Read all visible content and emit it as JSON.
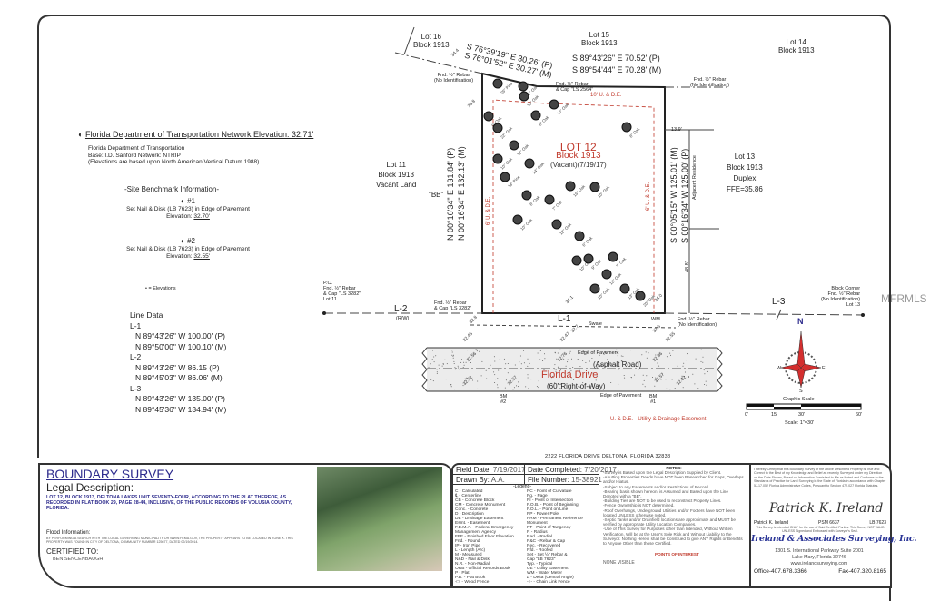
{
  "survey": {
    "lots": {
      "lot16": [
        "Lot 16",
        "Block 1913"
      ],
      "lot15": [
        "Lot 15",
        "Block 1913"
      ],
      "lot14": [
        "Lot 14",
        "Block 1913"
      ],
      "lot11": [
        "Lot 11",
        "Block 1913",
        "Vacant Land"
      ],
      "lot13": [
        "Lot 13",
        "Block 1913",
        "Duplex",
        "FFE=35.86"
      ],
      "lot12": [
        "LOT 12",
        "Block 1913",
        "(Vacant)(7/19/17)"
      ]
    },
    "bearings": {
      "top_left_p": "S 76°39'19\" E 30.26' (P)",
      "top_left_m": "S 76°01'52\" E 30.27' (M)",
      "top_right_p": "S 89°43'26\" E 70.52' (P)",
      "top_right_m": "S 89°54'44\" E 70.28' (M)",
      "left_p": "N 00°16'34\" E 131.84' (P)",
      "left_m": "N 00°16'34\" E 132.13' (M)",
      "right_m": "S 00°05'15\" W 125.01' (M)",
      "right_p": "S 00°16'34\" W 125.00' (P)"
    },
    "bb_label": "\"BB\"",
    "easement_top": "10' U. & D.E.",
    "easement_side_left": "6' U. & D.E.",
    "easement_side_right": "6' U. & D.E.",
    "monuments": {
      "top_left": [
        "Fnd. ½\" Rebar",
        "(No Identification)"
      ],
      "top_mid": [
        "Fnd. ½\" Rebar",
        "& Cap \"LS 2564\""
      ],
      "top_right": [
        "Fnd. ½\" Rebar",
        "(No Identification)"
      ],
      "pc": [
        "P.C.",
        "Fnd. ½\" Rebar",
        "& Cap \"LS 3282\"",
        "Lot 11"
      ],
      "bottom_left": [
        "Fnd. ½\" Rebar",
        "& Cap \"LS 3282\""
      ],
      "bottom_right": [
        "Fnd. ½\" Rebar",
        "(No Identification)"
      ],
      "block_corner": [
        "Block Corner",
        "Fnd. ½\" Rebar",
        "(No Identification)",
        "Lot 13"
      ]
    },
    "dim_13_9": "13.9'",
    "dim_48_8": "48.8'",
    "adjacent_residence": "Adjacent Residence",
    "lines": {
      "l1": "L-1",
      "l2": "L-2",
      "l3": "L-3",
      "rw": "(R/W)",
      "swale": "Swale",
      "wm": "WM"
    },
    "trees": [
      "26\" Pine",
      "12\" Oak",
      "10\" Oak",
      "10\" Oak",
      "8\" Oak",
      "6\" Oak",
      "22\" Oak",
      "8\" Oak",
      "12\" Oak",
      "10\" Oak",
      "14\" Oak",
      "16\" Oak",
      "18\" Pine",
      "10\" Oak",
      "8\" Oak",
      "7\" Oak",
      "10\" Oak",
      "12\" Oak",
      "6\" Oak",
      "10\" Oak",
      "9\" Oak",
      "7\" Oak",
      "12\" Oak",
      "10\" Oak",
      "13\" Oak",
      "20\" Oak"
    ],
    "road": {
      "name": "Florida Drive",
      "row": "(60' Right-of-Way)",
      "surface": "(Asphalt Road)",
      "edge_top": "Edge of Pavement",
      "edge_bottom": "Edge of Pavement",
      "bm2": [
        "BM",
        "#2"
      ],
      "bm1": [
        "BM",
        "#1"
      ]
    },
    "easement_key": "U. & D.E. -  Utility & Drainage Easement",
    "address": "2222 FLORIDA DRIVE  DELTONA, FLORIDA 32838",
    "scale": {
      "title": "Graphic Scale",
      "ticks": [
        "0'",
        "15'",
        "30'",
        "60'"
      ],
      "text": "Scale: 1\"=30'"
    },
    "compass": {
      "n": "N",
      "s": "S",
      "e": "E",
      "w": "W"
    },
    "watermark": "MFRMLS",
    "elevations_sample": [
      "32.8",
      "32.7",
      "32.5",
      "32.45",
      "32.47",
      "32.55",
      "32.56",
      "32.76",
      "32.86",
      "32.57",
      "32.52",
      "32.62",
      "32.57",
      "34.4",
      "33.8",
      "34.1",
      "34.0"
    ]
  },
  "benchmark": {
    "header": "Florida Department of Transportation Network   Elevation: 32.71'",
    "lines": [
      "Florida Department of Transportation",
      "Base: I.D. Sanford   Network: NTRIP",
      "(Elevations are based upon North American Vertical Datum 1988)"
    ],
    "site_title": "-Site Benchmark Information-",
    "bm1": {
      "label": "#1",
      "desc": "Set Nail & Disk (LB 7623) in Edge of Pavement",
      "elev_label": "Elevation: ",
      "elev": "32.70'"
    },
    "bm2": {
      "label": "#2",
      "desc": "Set Nail & Disk (LB 7623) in Edge of Pavement",
      "elev_label": "Elevation: ",
      "elev": "32.55'"
    },
    "elev_key": "= Elevations"
  },
  "line_data": {
    "title": "Line Data",
    "items": [
      {
        "name": "L-1",
        "p": "N 89°43'26\" W 100.00' (P)",
        "m": "N 89°50'00\" W 100.10' (M)"
      },
      {
        "name": "L-2",
        "p": "N 89°43'26\" W 86.15 (P)",
        "m": "N 89°45'03\" W 86.06' (M)"
      },
      {
        "name": "L-3",
        "p": "N 89°43'26\" W 135.00' (P)",
        "m": "N 89°45'36\" W 134.94' (M)"
      }
    ]
  },
  "title_block": {
    "title": "BOUNDARY SURVEY",
    "legal_heading": "Legal Description:",
    "legal_text": "LOT 12, BLOCK 1913, DELTONA LAKES UNIT SEVENTY-FOUR, ACCORDING TO THE PLAT THEREOF, AS RECORDED IN PLAT BOOK 29, PAGE 28-44, INCLUSIVE, OF THE PUBLIC RECORDS OF VOLUSIA COUNTY, FLORIDA.",
    "flood_heading": "Flood Information:",
    "flood_text": "BY PERFORMING A SEARCH WITH THE LOCAL GOVERNING MUNICIPALITY OR WWW.FEMA.GOV, THE PROPERTY APPEARS TO BE LOCATED IN ZONE X. THIS PROPERTY WAS FOUND IN CITY OF DELTONA, COMMUNITY NUMBER 125677, DATED 02/19/2014.",
    "certified_heading": "CERTIFIED TO:",
    "certified_to": "BEN SENCENBAUGH"
  },
  "info_block": {
    "field_date_label": "Field Date:",
    "field_date": "7/19/2017",
    "completed_label": "Date Completed:",
    "completed": "7/20/2017",
    "drawn_label": "Drawn By:",
    "drawn": "A.A.",
    "file_label": "File Number:",
    "file": "15-38921",
    "legend_title": "-Legend-",
    "legend_left": [
      "C - Calculated",
      "℄ - Centerline",
      "CB - Concrete Block",
      "CM - Concrete Monument",
      "Conc. - Concrete",
      "D - Description",
      "DE - Drainage Easement",
      "Esmt. - Easement",
      "F.E.M.A. - Federal Emergency",
      "   Management Agency",
      "FFE - Finished Floor Elevation",
      "Fnd. - Found",
      "IP - Iron Pipe",
      "L - Length (Arc)",
      "M - Measured",
      "N&D - Nail & Disk",
      "N.R. - Non-Radial",
      "ORB - Official Records Book",
      "P - Plat",
      "P.B. - Plat Book",
      "-□- - Wood Fence"
    ],
    "legend_right": [
      "PC - Point of Curvature",
      "Pg. - Page",
      "PI - Point of Intersection",
      "P.O.B. - Point of Beginning",
      "P.O.L. - Point on Line",
      "PP - Power Pole",
      "PRM - Permanent Reference",
      "   Monument",
      "PT - Point of Tangency",
      "R - Radius",
      "Rad. - Radial",
      "R&C - Rebar & Cap",
      "Rec. - Recovered",
      "Rfd. - Roofed",
      "Set - Set ½\" Rebar &",
      "   Cap \"LB 7623\"",
      "Typ. - Typical",
      "UE - Utility Easement",
      "WM - Water Meter",
      "Δ - Delta (Central Angle)",
      "-○- - Chain Link Fence"
    ],
    "notes_title": "NOTES:",
    "notes": [
      "-Survey is Based upon the Legal Description Supplied by Client.",
      "-Abutting Properties Deeds have NOT been Researched for Gaps, Overlaps and/or Hiatus.",
      "-Subject to any Easements and/or Restrictions of Record.",
      "-Bearing basis shown hereon, is Assumed and Based upon the Line Denoted with a \"BB\".",
      "-Building Ties are NOT to be used to reconstruct Property Lines.",
      "-Fence Ownership is NOT determined.",
      "-Roof Overhangs, Underground Utilities and/or Footers have NOT been located UNLESS otherwise noted.",
      "-Septic Tanks and/or Drainfield locations are approximate and MUST be verified by appropriate Utility Location Companies.",
      "-Use of This Survey for Purposes other than Intended, Without Written Verification, Will be at the User's Sole Risk and Without Liability to the Surveyor. Nothing Herein shall be Construed to give ANY Rights or Benefits to Anyone Other than those Certified."
    ],
    "poi_title": "POINTS OF INTEREST",
    "poi_value": "NONE VISIBLE"
  },
  "surveyor_block": {
    "certification": "I Hereby Certify that this Boundary Survey of the above Described Property is True and Correct to the Best of my Knowledge and Belief as recently Surveyed under my Direction on the Date Shown, Based on Information Furnished to Me as Noted and Conforms to the Standards of Practice for Land Surveying in the State of Florida in accordance with Chapter 5J-17.052 Florida Administrative Codes, Pursuant to Section 472.027 Florida Statutes.",
    "signature": "Patrick K. Ireland",
    "name": "Patrick K. Ireland",
    "psm": "PSM 6637",
    "lb": "LB 7623",
    "validity": "This Survey is intended ONLY for the use of Said Certified Parties. This Survey NOT VALID UNLESS Signed and Embossed with Surveyor's Seal.",
    "company": "Ireland & Associates Surveying, Inc.",
    "address1": "1301 S. International Parkway   Suite 2001",
    "address2": "Lake Mary, Florida  32746",
    "website": "www.irelandsurveying.com",
    "office": "Office-407.678.3366",
    "fax": "Fax-407.320.8165"
  },
  "colors": {
    "accent_blue": "#2c2a8c",
    "easement_red": "#c0392b",
    "road_fill": "#ececec",
    "company_blue": "#2a3596"
  }
}
